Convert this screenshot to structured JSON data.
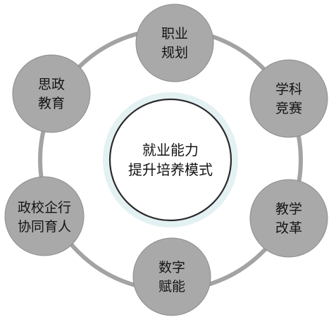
{
  "center": {
    "lines": [
      "就业能力",
      "提升培养模式"
    ]
  },
  "nodes": [
    {
      "id": "career-planning",
      "lines": [
        "职业",
        "规划"
      ]
    },
    {
      "id": "discipline-competition",
      "lines": [
        "学科",
        "竞赛"
      ]
    },
    {
      "id": "teaching-reform",
      "lines": [
        "教学",
        "改革"
      ]
    },
    {
      "id": "digital-empowerment",
      "lines": [
        "数字",
        "赋能"
      ]
    },
    {
      "id": "gov-school-enterprise-industry",
      "lines": [
        "政校企行",
        "协同育人"
      ]
    },
    {
      "id": "ideological-education",
      "lines": [
        "思政",
        "教育"
      ]
    }
  ],
  "colors": {
    "ring": "#a3a3a3",
    "node_fill": "#a9a9a9",
    "center_halo": "#e4f1f3",
    "center_stroke": "#2a2a2a",
    "text": "#141414"
  }
}
